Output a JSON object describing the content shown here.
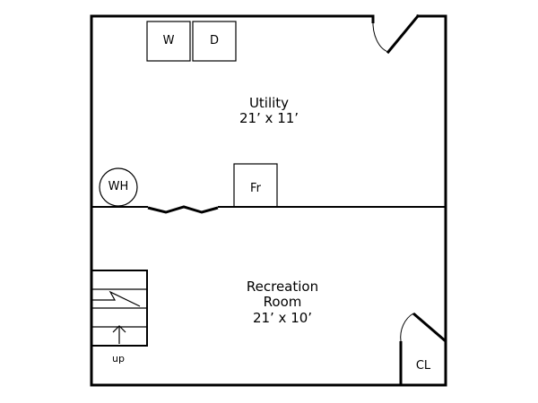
{
  "rooms": {
    "utility": {
      "name": "Utility",
      "dimensions": "21’ x 11’"
    },
    "recreation": {
      "name_line1": "Recreation",
      "name_line2": "Room",
      "dimensions": "21’ x 10’"
    }
  },
  "fixtures": {
    "washer": "W",
    "dryer": "D",
    "water_heater": "WH",
    "furnace": "Fr",
    "closet": "CL",
    "stairs": "up"
  }
}
